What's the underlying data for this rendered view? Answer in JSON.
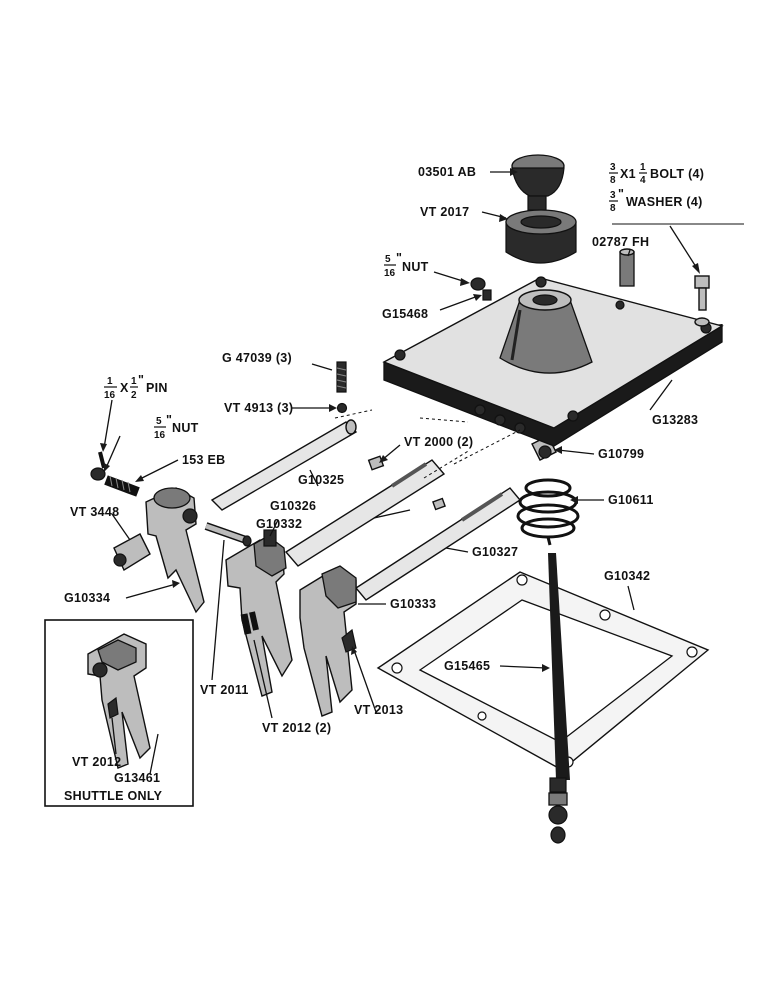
{
  "parts": {
    "knob": "03501 AB",
    "boot": "VT 2017",
    "bolt": "BOLT (4)",
    "washer": "WASHER (4)",
    "bolt_size_whole": "X1",
    "bolt_size_num_a": "3",
    "bolt_size_den_a": "8",
    "bolt_size_num_b": "1",
    "bolt_size_den_b": "4",
    "washer_num": "3",
    "washer_den": "8",
    "washer_mark": "\"",
    "fitting": "02787 FH",
    "nut_top": "NUT",
    "nut_top_num": "5",
    "nut_top_den": "16",
    "nut_top_mark": "\"",
    "stud_top": "G15468",
    "spring_g": "G 47039 (3)",
    "ball": "VT 4913 (3)",
    "cover": "G13283",
    "pin": "PIN",
    "pin_num_a": "1",
    "pin_den_a": "16",
    "pin_x": "X",
    "pin_num_b": "1",
    "pin_den_b": "2",
    "pin_mark": "\"",
    "nut_left": "NUT",
    "nut_left_num": "5",
    "nut_left_den": "16",
    "nut_left_mark": "\"",
    "screw": "153 EB",
    "rail_1": "G10325",
    "interlock": "VT 2000 (2)",
    "plug": "G10799",
    "spring_big": "G10611",
    "coupler": "VT 3448",
    "fork_a": "G10334",
    "rail_2": "G10326",
    "lug": "G10332",
    "rail_3": "G10327",
    "gasket": "G10342",
    "fork_c": "G10333",
    "lever": "G15465",
    "pin_long": "VT 2011",
    "setscrew_pair": "VT 2012 (2)",
    "setscrew_single": "VT 2013",
    "inset_setscrew": "VT 2012",
    "inset_fork": "G13461",
    "inset_caption": "SHUTTLE ONLY"
  }
}
